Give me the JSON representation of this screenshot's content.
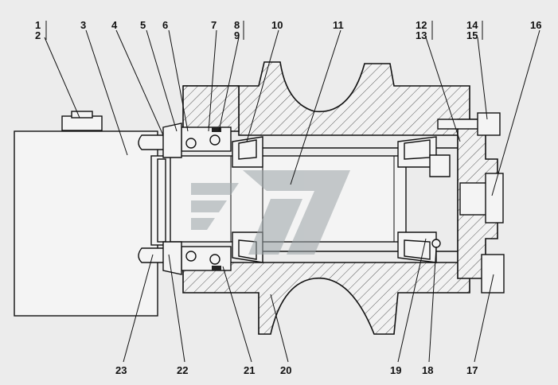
{
  "callouts": [
    {
      "id": "1",
      "label": "1"
    },
    {
      "id": "2",
      "label": "2"
    },
    {
      "id": "3",
      "label": "3"
    },
    {
      "id": "4",
      "label": "4"
    },
    {
      "id": "5",
      "label": "5"
    },
    {
      "id": "6",
      "label": "6"
    },
    {
      "id": "7",
      "label": "7"
    },
    {
      "id": "8",
      "label": "8"
    },
    {
      "id": "9",
      "label": "9"
    },
    {
      "id": "10",
      "label": "10"
    },
    {
      "id": "11",
      "label": "11"
    },
    {
      "id": "12",
      "label": "12"
    },
    {
      "id": "13",
      "label": "13"
    },
    {
      "id": "14",
      "label": "14"
    },
    {
      "id": "15",
      "label": "15"
    },
    {
      "id": "16",
      "label": "16"
    },
    {
      "id": "17",
      "label": "17"
    },
    {
      "id": "18",
      "label": "18"
    },
    {
      "id": "19",
      "label": "19"
    },
    {
      "id": "20",
      "label": "20"
    },
    {
      "id": "21",
      "label": "21"
    },
    {
      "id": "22",
      "label": "22"
    },
    {
      "id": "23",
      "label": "23"
    }
  ],
  "colors": {
    "background": "#ececec",
    "line": "#111111",
    "watermark": "#9aa3a6"
  },
  "watermark": {
    "icon": "stylized-railway-logo"
  }
}
